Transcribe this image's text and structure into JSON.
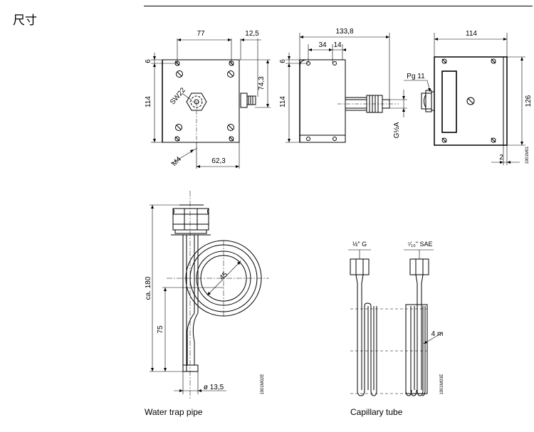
{
  "header": {
    "title": "尺寸"
  },
  "top": {
    "front": {
      "dim_77": "77",
      "dim_12_5": "12,5",
      "dim_6": "6",
      "dim_114": "114",
      "dim_74_3": "74,3",
      "dim_62_3": "62,3",
      "label_sw22": "SW22",
      "label_m4": "M4"
    },
    "side": {
      "dim_133_8": "133,8",
      "dim_34": "34",
      "dim_14": "14",
      "dim_6": "6",
      "dim_114": "114",
      "label_g": "G½A"
    },
    "back": {
      "dim_114": "114",
      "dim_126": "126",
      "dim_2": "2",
      "label_pg11": "Pg 11",
      "code": "1901M01"
    }
  },
  "water_trap": {
    "dim_ca180": "ca. 180",
    "dim_75": "75",
    "dim_45": "45",
    "dim_d13_5": "ø 13,5",
    "code": "1901M02E",
    "caption": "Water trap pipe"
  },
  "capillary": {
    "label_g": "½\" G",
    "label_sae": "⁷⁄₁₆\" SAE",
    "label_4m": "4 m",
    "code": "1901M03E",
    "caption": "Capillary tube"
  }
}
